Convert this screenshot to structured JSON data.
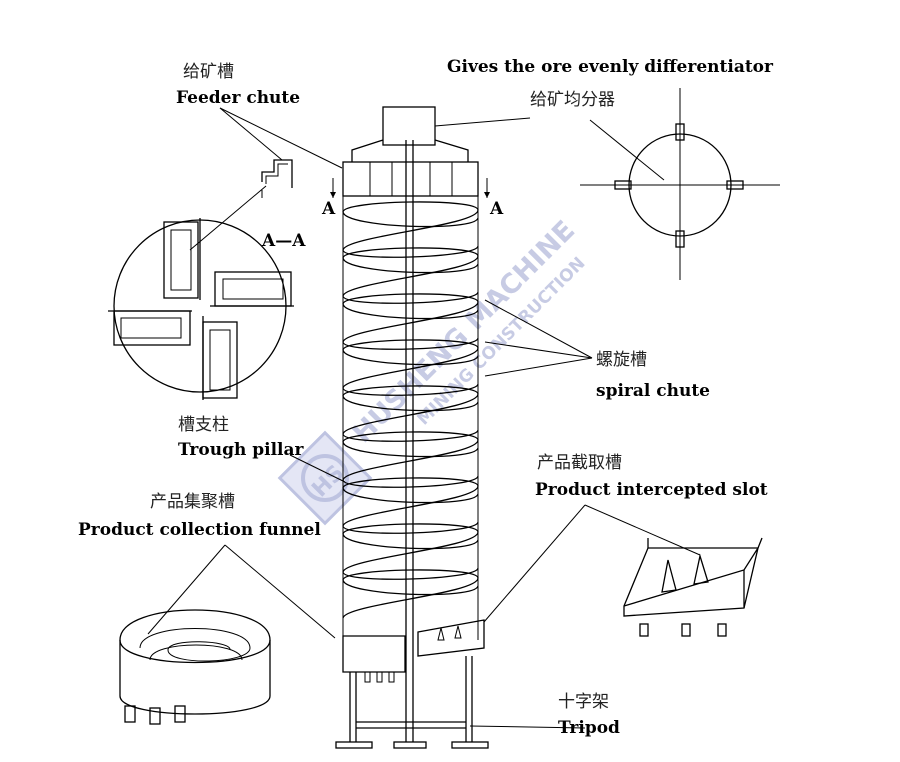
{
  "labels": {
    "feeder_cn": "给矿槽",
    "feeder_en": "Feeder chute",
    "distributor_en": "Gives the ore evenly differentiator",
    "distributor_cn": "给矿均分器",
    "spiral_cn": "螺旋槽",
    "spiral_en": "spiral chute",
    "pillar_cn": "槽支柱",
    "pillar_en": "Trough pillar",
    "collection_cn": "产品集聚槽",
    "collection_en": "Product collection funnel",
    "intercept_cn": "产品截取槽",
    "intercept_en": "Product intercepted slot",
    "tripod_cn": "十字架",
    "tripod_en": "Tripod",
    "section_mark_left": "A",
    "section_mark_right": "A",
    "section_title": "A—A"
  },
  "watermark": {
    "line1": "HUSHENG MACHINE",
    "line2": "MINING CONSTRUCTION",
    "logo": "HS",
    "color": "#8a93c9"
  }
}
